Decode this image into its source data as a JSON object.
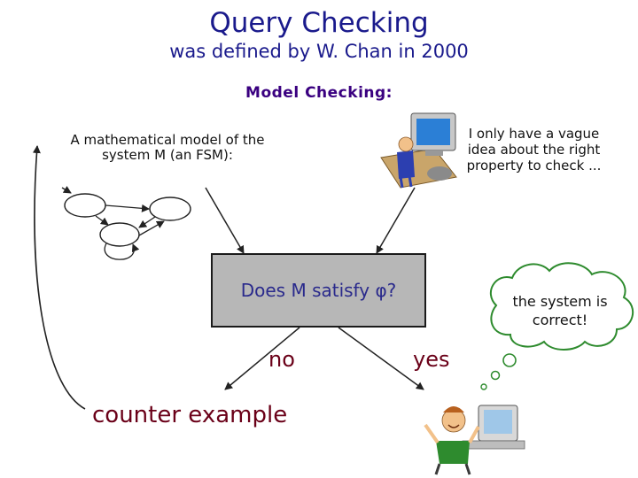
{
  "title": "Query Checking",
  "subtitle": "was defined by W. Chan in 2000",
  "section_heading": "Model Checking:",
  "model_description": "A mathematical model of the system M (an FSM):",
  "vague_idea_note": "I only have a vague idea about the right property to check ...",
  "query": "Does M satisfy φ?",
  "no_label": "no",
  "yes_label": "yes",
  "counter_example": "counter example",
  "thought": "the system is correct!",
  "colors": {
    "title": "#1a1a8c",
    "box": "#b7b7b7",
    "labels": "#6a0018"
  },
  "icons": [
    "computer-user-icon",
    "happy-programmer-icon"
  ]
}
